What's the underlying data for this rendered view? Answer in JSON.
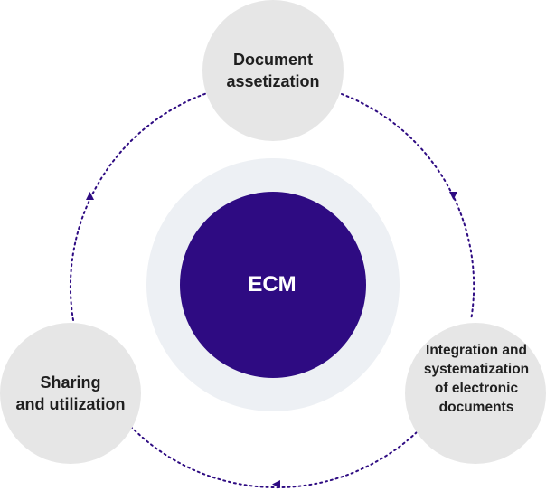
{
  "diagram": {
    "center_label": "ECM",
    "nodes": {
      "top": "Document\nassetization",
      "right": "Integration and\nsystematization\nof electronic\ndocuments",
      "left": "Sharing\nand utilization"
    },
    "colors": {
      "core": "#2e0b82",
      "core_ring": "#edf0f4",
      "node_fill": "#e6e6e6",
      "connector": "#2e0b82"
    }
  }
}
